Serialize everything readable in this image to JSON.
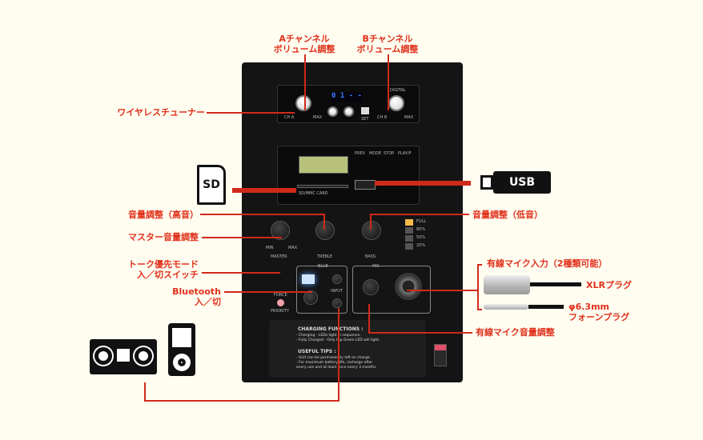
{
  "labels": {
    "a_volume": [
      "Aチャンネル",
      "ボリューム調整"
    ],
    "b_volume": [
      "Bチャンネル",
      "ボリューム調整"
    ],
    "wireless_tuner": "ワイヤレスチューナー",
    "usb": "USB",
    "sd": "SD",
    "treble": "音量調整（高音）",
    "bass": "音量調整（低音）",
    "master": "マスター音量調整",
    "talk_priority": [
      "トーク優先モード",
      "入／切スイッチ"
    ],
    "bluetooth": [
      "Bluetooth",
      "入／切"
    ],
    "wired_mic_input": "有線マイク入力（2種類可能）",
    "xlr": "XLRプラグ",
    "phone_plug": [
      "φ6.3mm",
      "フォーンプラグ"
    ],
    "wired_mic_volume": "有線マイク音量調整"
  },
  "panel": {
    "digital": "DIGITAL",
    "display": "0 1 - -",
    "set": "SET",
    "ch_a": "CH A",
    "ch_b": "CH B",
    "max": "MAX",
    "sd_card": "SD/MMC CARD",
    "buttons": [
      "PREV",
      "MODE",
      "STOP",
      "PLAY/P"
    ],
    "master": "MASTER",
    "treble": "TREBLE",
    "bass": "BASS",
    "min": "MIN",
    "max2": "MAX",
    "battery": [
      "FULL",
      "80%",
      "50%",
      "20%"
    ],
    "bt": "BLUE",
    "input": "INPUT",
    "mic": "MIC",
    "priority": "PRIORITY",
    "force": "FORCE",
    "charging_title": "CHARGING FUNCTIONS :",
    "charging_lines": [
      "- Charging - LEDs light in sequence.",
      "- Fully Charged - Only top Green LED will light."
    ],
    "tips_title": "USEFUL TIPS :",
    "tips_lines": [
      "- Unit can be permanently left on charge.",
      "- For maximum battery life, recharge after",
      "  every use and at least once every 3 months."
    ]
  },
  "colors": {
    "label": "#e0301a",
    "background": "#fffdf0"
  }
}
